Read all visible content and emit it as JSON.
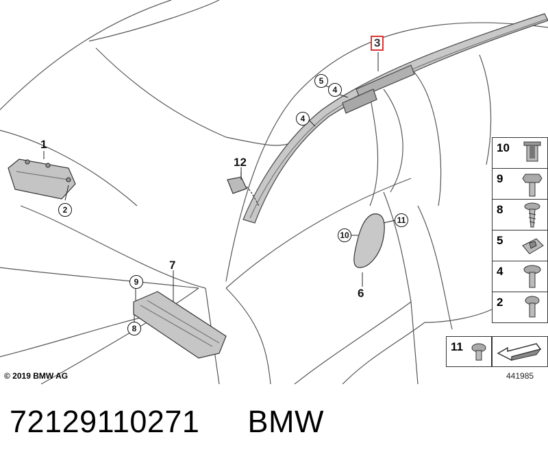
{
  "diagram": {
    "callouts": {
      "p1": "1",
      "p2": "2",
      "p3": "3",
      "p4a": "4",
      "p4b": "4",
      "p5": "5",
      "p6": "6",
      "p7": "7",
      "p8": "8",
      "p9": "9",
      "p10": "10",
      "p11": "11",
      "p12": "12"
    },
    "copyright": "© 2019 BMW AG",
    "diagram_number": "441985"
  },
  "legend": {
    "items": [
      {
        "number": "10",
        "icon": "rivet-nut-icon"
      },
      {
        "number": "9",
        "icon": "hex-bolt-icon"
      },
      {
        "number": "8",
        "icon": "self-tapping-screw-icon"
      },
      {
        "number": "5",
        "icon": "clip-nut-icon"
      },
      {
        "number": "4",
        "icon": "torx-screw-icon"
      },
      {
        "number": "2",
        "icon": "fillister-screw-icon"
      },
      {
        "number": "11",
        "icon": "plastic-screw-icon"
      }
    ],
    "arrow_icon": "parts-arrow-icon"
  },
  "footer": {
    "part_number": "72129110271",
    "brand": "BMW"
  },
  "colors": {
    "highlight": "#dd3333",
    "line": "#333333"
  }
}
